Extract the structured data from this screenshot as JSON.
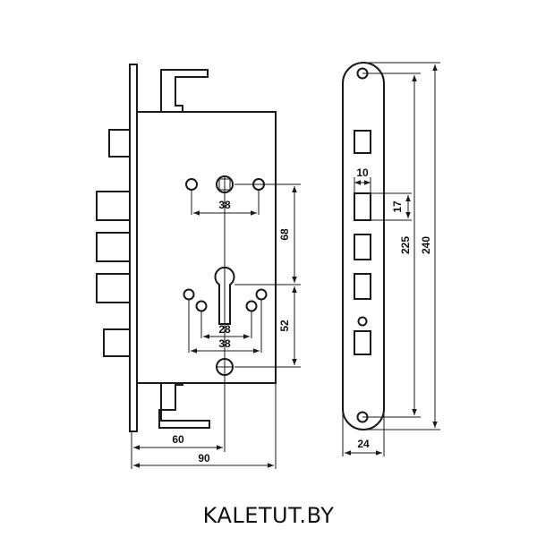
{
  "brand": "KALETUT.BY",
  "dimensions": {
    "width_90": "90",
    "backset_60": "60",
    "spindle_to_cylinder_68": "68",
    "cylinder_to_bottom_52": "52",
    "hole_spacing_38_top": "38",
    "hole_spacing_38_bottom": "38",
    "hole_spacing_28": "28",
    "faceplate_width_24": "24",
    "bolt_width_10": "10",
    "bolt_height_17": "17",
    "faceplate_inner_225": "225",
    "faceplate_total_240": "240"
  }
}
